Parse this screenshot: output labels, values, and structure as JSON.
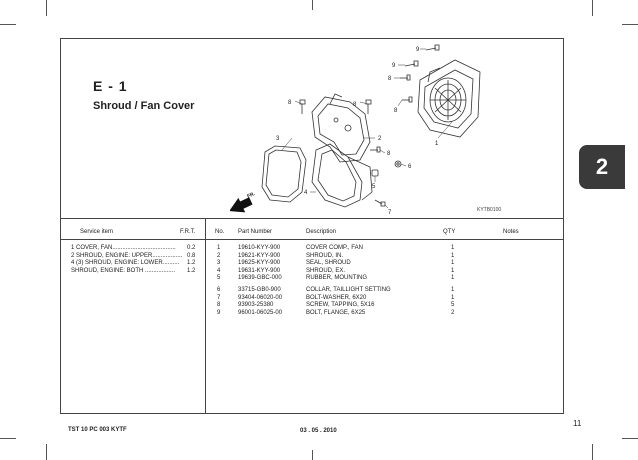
{
  "section": {
    "code": "E - 1",
    "name": "Shroud / Fan Cover"
  },
  "diagram": {
    "ref_code": "KYTB0100",
    "callouts": [
      "9",
      "9",
      "8",
      "8",
      "8",
      "8",
      "1",
      "3",
      "2",
      "8",
      "6",
      "4",
      "5",
      "7",
      "FR."
    ]
  },
  "headers": {
    "service_item": "Service item",
    "frt": "F.R.T.",
    "no": "No.",
    "part_number": "Part Number",
    "description": "Description",
    "qty": "QTY",
    "notes": "Notes"
  },
  "service_items": [
    {
      "text": "1  COVER, FAN......................................",
      "frt": "0.2"
    },
    {
      "text": "2  SHROUD, ENGINE: UPPER..................",
      "frt": "0.8"
    },
    {
      "text": "4  (3) SHROUD, ENGINE: LOWER..........",
      "frt": "1.2"
    },
    {
      "text": "    SHROUD, ENGINE: BOTH ..................",
      "frt": "1.2"
    }
  ],
  "parts": [
    {
      "no": "1",
      "part_number": "19610-KYY-900",
      "description": "COVER COMP., FAN",
      "qty": "1"
    },
    {
      "no": "2",
      "part_number": "19621-KYY-900",
      "description": "SHROUD, IN.",
      "qty": "1"
    },
    {
      "no": "3",
      "part_number": "19625-KYY-900",
      "description": "SEAL, SHROUD",
      "qty": "1"
    },
    {
      "no": "4",
      "part_number": "19631-KYY-900",
      "description": "SHROUD, EX.",
      "qty": "1"
    },
    {
      "no": "5",
      "part_number": "19639-GBC-000",
      "description": "RUBBER, MOUNTING",
      "qty": "1"
    },
    {
      "no": "6",
      "part_number": "33715-GB0-900",
      "description": "COLLAR, TAILLIGHT SETTING",
      "qty": "1"
    },
    {
      "no": "7",
      "part_number": "93404-06020-00",
      "description": "BOLT-WASHER, 6X20",
      "qty": "1"
    },
    {
      "no": "8",
      "part_number": "93903-25380",
      "description": "SCREW, TAPPING, 5X16",
      "qty": "5"
    },
    {
      "no": "9",
      "part_number": "96001-06025-00",
      "description": "BOLT, FLANGE, 6X25",
      "qty": "2"
    }
  ],
  "tab_badge": "2",
  "page_number": "11",
  "footer": {
    "code": "TST 10 PC 003 KYTF",
    "date": "03 . 05 . 2010"
  }
}
